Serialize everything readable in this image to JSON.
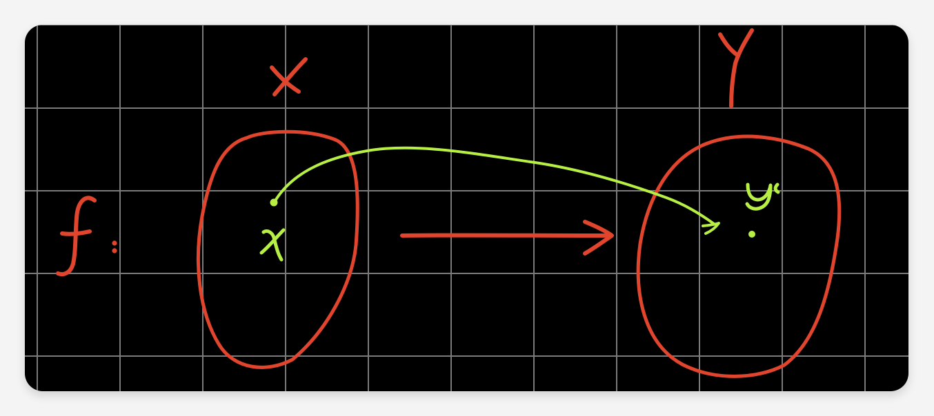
{
  "diagram": {
    "labels": {
      "function_name": "f",
      "domain_set": "X",
      "codomain_set": "Y",
      "domain_element": "x",
      "codomain_element": "y"
    },
    "colors": {
      "background": "#000000",
      "grid": "#7b7b7b",
      "red_ink": "#e2452d",
      "green_ink": "#b7ef45",
      "frame": "#f4f4f4"
    }
  }
}
